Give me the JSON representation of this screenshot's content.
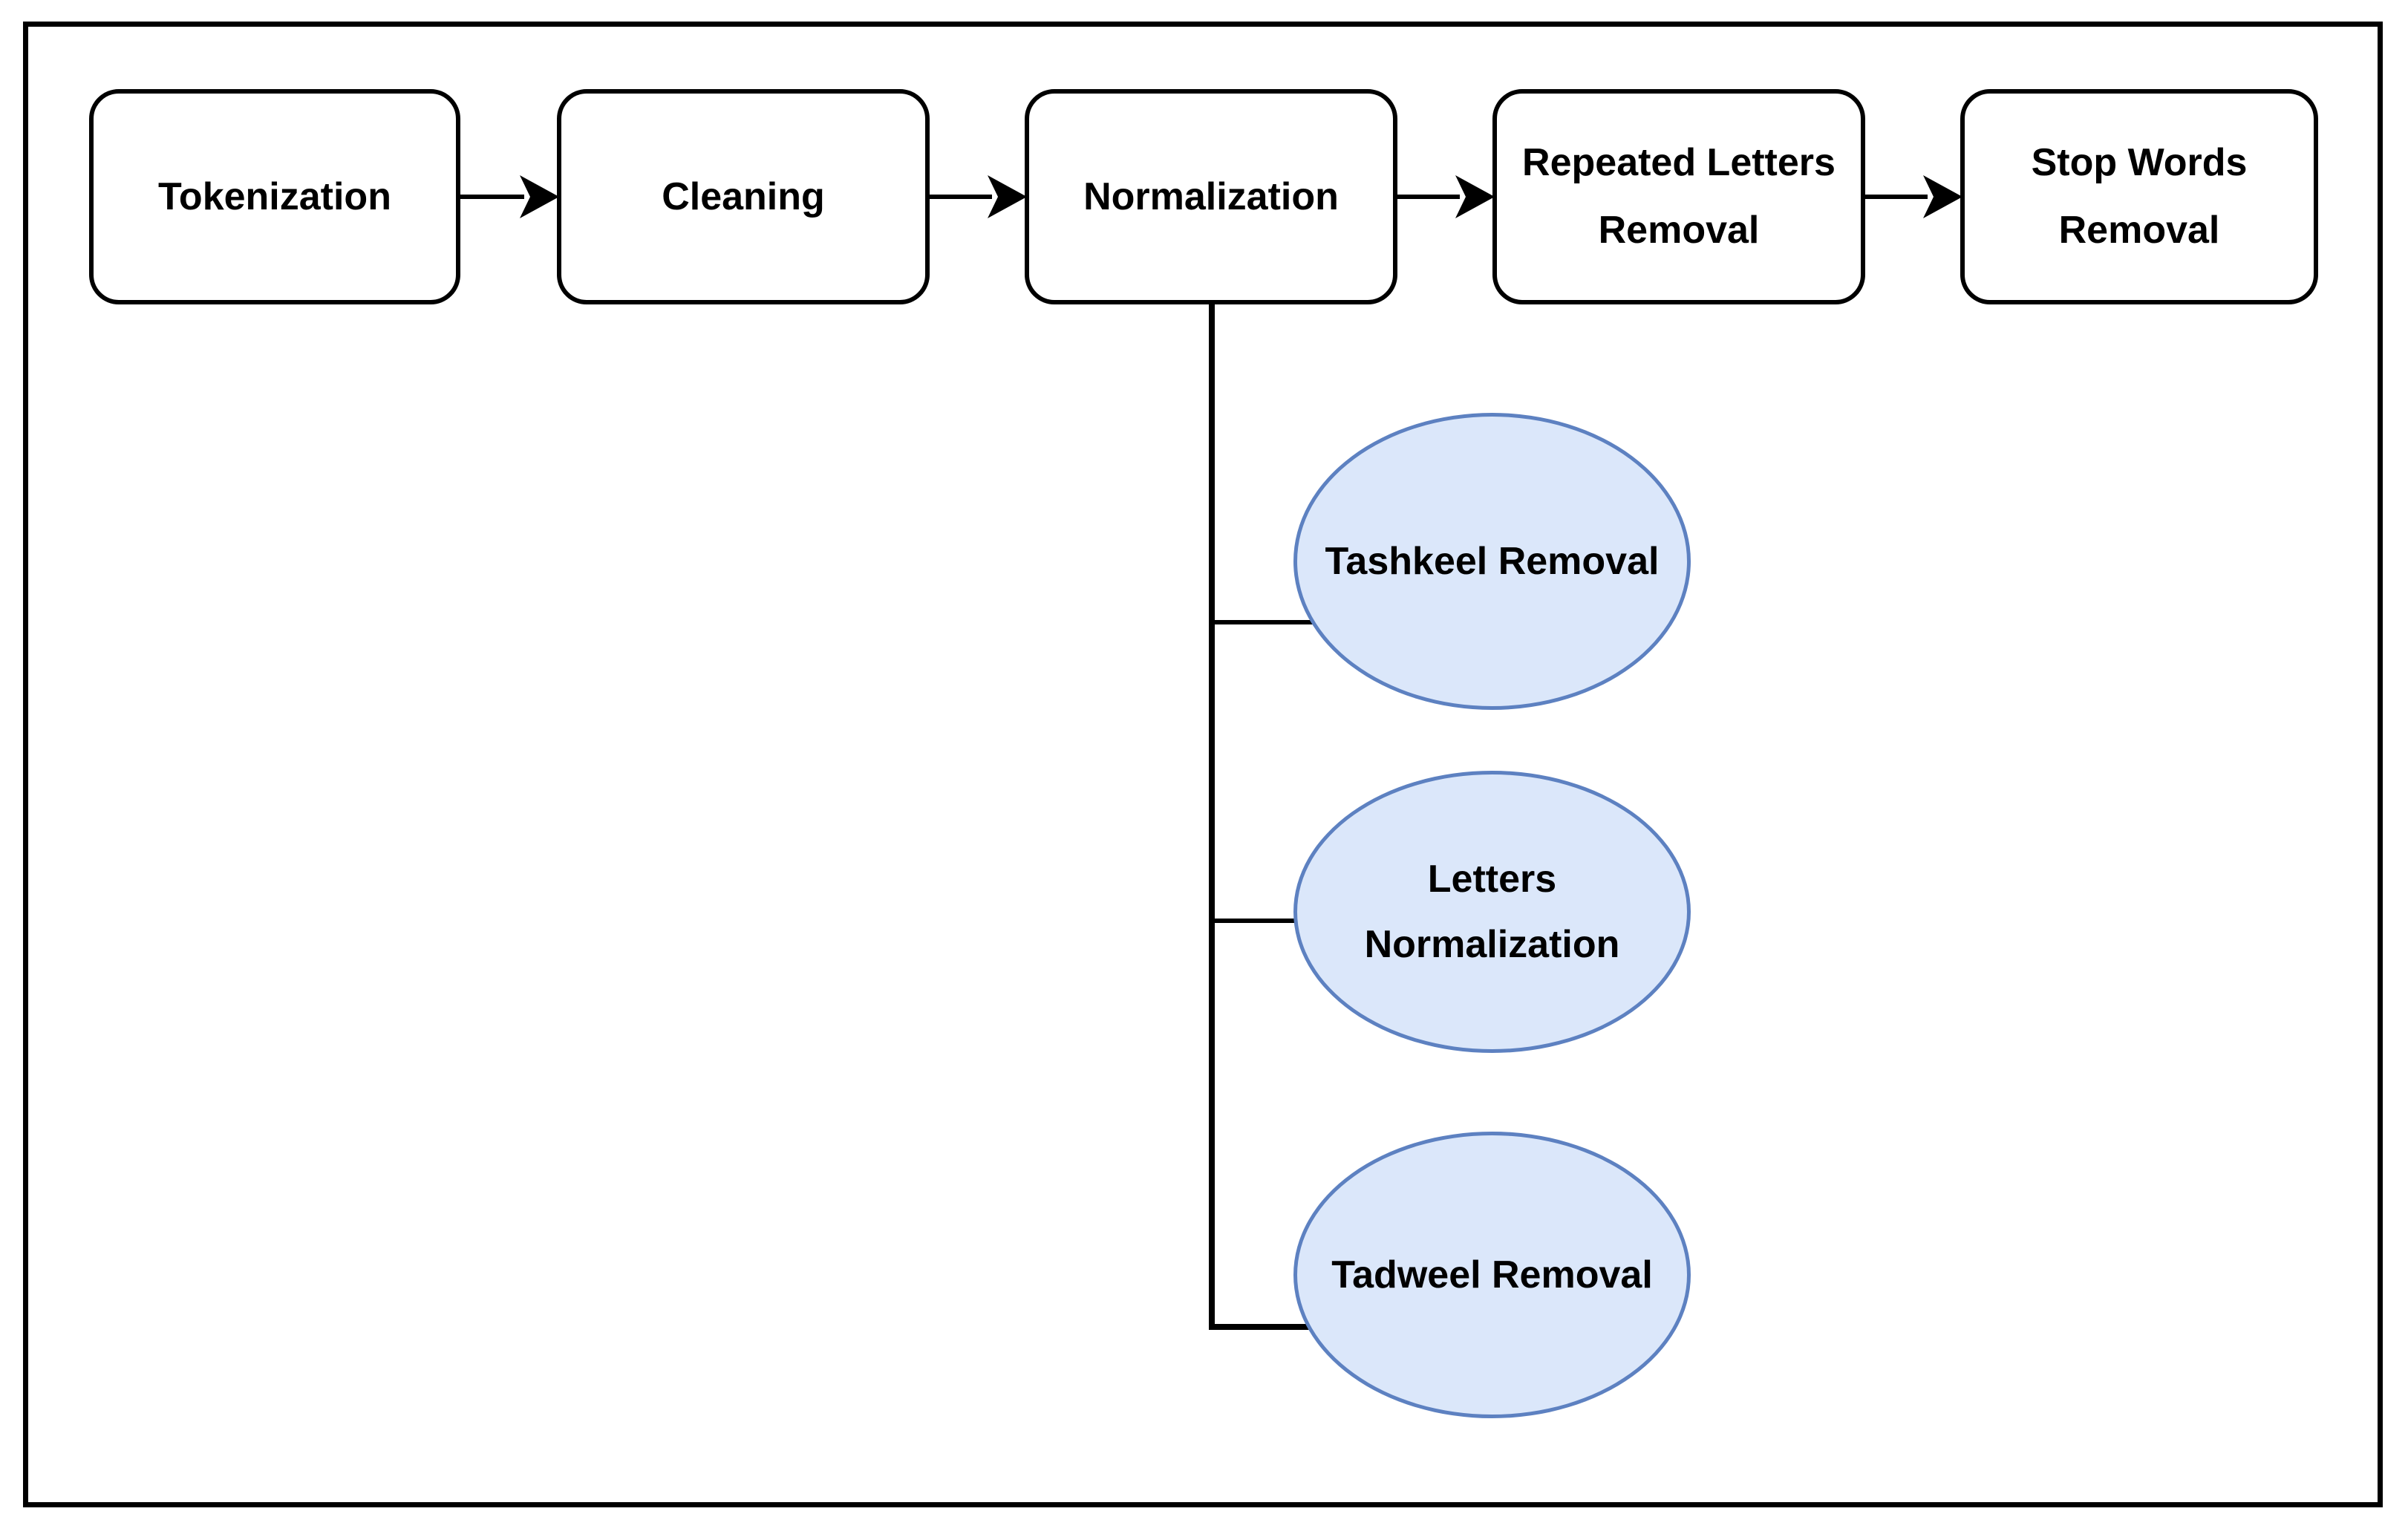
{
  "flow": {
    "steps": [
      {
        "label": "Tokenization"
      },
      {
        "label": "Cleaning"
      },
      {
        "label": "Normalization"
      },
      {
        "label": "Repeated Letters Removal"
      },
      {
        "label": "Stop Words Removal"
      }
    ]
  },
  "normalization_substeps": [
    {
      "label": "Tashkeel Removal"
    },
    {
      "label": "Letters Normalization"
    },
    {
      "label": "Tadweel Removal"
    }
  ],
  "colors": {
    "canvas": "#ffffff",
    "box_fill": "#ffffff",
    "box_stroke": "#000000",
    "connector": "#000000",
    "ellipse_fill": "#dbe7fa",
    "ellipse_stroke": "#5d81c1"
  }
}
